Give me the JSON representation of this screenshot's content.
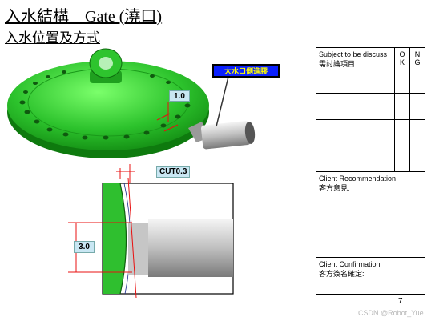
{
  "title": "入水結構 – Gate (澆口)",
  "subtitle": "入水位置及方式",
  "callouts": {
    "gate_label": "大水口側進膠",
    "dim_top": "1.0",
    "cut": "CUT0.3",
    "dim_side": "3.0"
  },
  "table": {
    "subject_label": "Subject to be discuss",
    "subject_label_cn": "需討論項目",
    "ok_label": "O K",
    "ng_label": "N G",
    "client_recommendation": "Client Recommendation",
    "client_recommendation_cn": "客方意見:",
    "client_confirmation": "Client Confirmation",
    "client_confirmation_cn": "客方簽名確定:"
  },
  "page_number": "7",
  "watermark": "CSDN @Robot_Yue",
  "colors": {
    "part_green": "#2fbf2f",
    "gate_blue": "#0a20ff",
    "gate_text": "#ffff00",
    "dim_red": "#e81010",
    "dim_box": "#c9e7f3"
  }
}
